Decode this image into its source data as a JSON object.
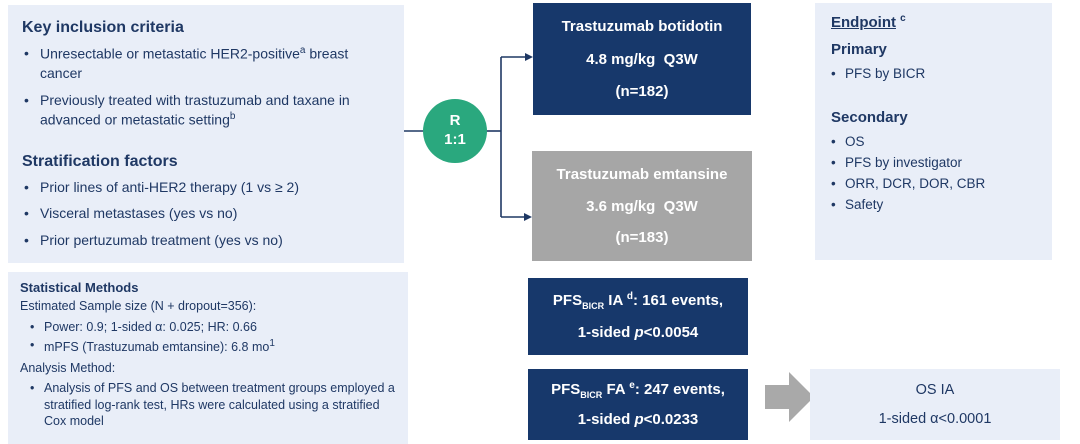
{
  "colors": {
    "navy_box": "#17386b",
    "text_navy": "#1f3864",
    "panel_blue": "#e9eef8",
    "randomization_green": "#2aa87e",
    "gray_box": "#a6a6a6",
    "arrow_gray": "#a9a9a9",
    "box_text_white": "#ffffff"
  },
  "inclusion": {
    "title": "Key inclusion criteria",
    "bullets": [
      {
        "text": "Unresectable or metastatic HER2-positive",
        "sup": "a",
        "tail": " breast cancer"
      },
      {
        "text": "Previously treated with trastuzumab and taxane in advanced or metastatic setting",
        "sup": "b",
        "tail": ""
      }
    ]
  },
  "stratification": {
    "title": "Stratification factors",
    "bullets": [
      "Prior lines of anti-HER2 therapy (1 vs ≥ 2)",
      "Visceral metastases (yes vs no)",
      "Prior pertuzumab treatment (yes vs no)"
    ]
  },
  "statistics": {
    "title": "Statistical Methods",
    "sample_line": "Estimated Sample size (N + dropout=356):",
    "power_bullet": "Power: 0.9; 1-sided α: 0.025; HR: 0.66",
    "mpfs": {
      "text": "mPFS (Trastuzumab emtansine): 6.8 mo",
      "sup": "1"
    },
    "method_line": "Analysis Method:",
    "method_bullet": "Analysis of PFS and OS between treatment groups employed a stratified log-rank test, HRs were calculated using a stratified Cox model"
  },
  "randomization": {
    "letter": "R",
    "ratio": "1:1"
  },
  "arm_top": {
    "line1": "Trastuzumab botidotin",
    "line2": "4.8 mg/kg  Q3W",
    "line3": "(n=182)"
  },
  "arm_bottom": {
    "line1": "Trastuzumab emtansine",
    "line2": "3.6 mg/kg  Q3W",
    "line3": "(n=183)"
  },
  "pfs_ia": {
    "prefix": "PFS",
    "sub": "BICR",
    "mid": " IA ",
    "sup": "d",
    "after": ": 161 events,",
    "line2_pre": "1-sided ",
    "italic": "p",
    "line2_post": "<0.0054"
  },
  "pfs_fa": {
    "prefix": "PFS",
    "sub": "BICR",
    "mid": " FA ",
    "sup": "e",
    "after": ": 247 events,",
    "line2_pre": "1-sided ",
    "italic": "p",
    "line2_post": "<0.0233"
  },
  "os_ia": {
    "line1": "OS IA",
    "line2": "1-sided α<0.0001"
  },
  "endpoints": {
    "title": "Endpoint",
    "title_sup": "c",
    "primary_label": "Primary",
    "primary_items": [
      "PFS by BICR"
    ],
    "secondary_label": "Secondary",
    "secondary_items": [
      "OS",
      "PFS by investigator",
      "ORR, DCR, DOR, CBR",
      "Safety"
    ]
  }
}
